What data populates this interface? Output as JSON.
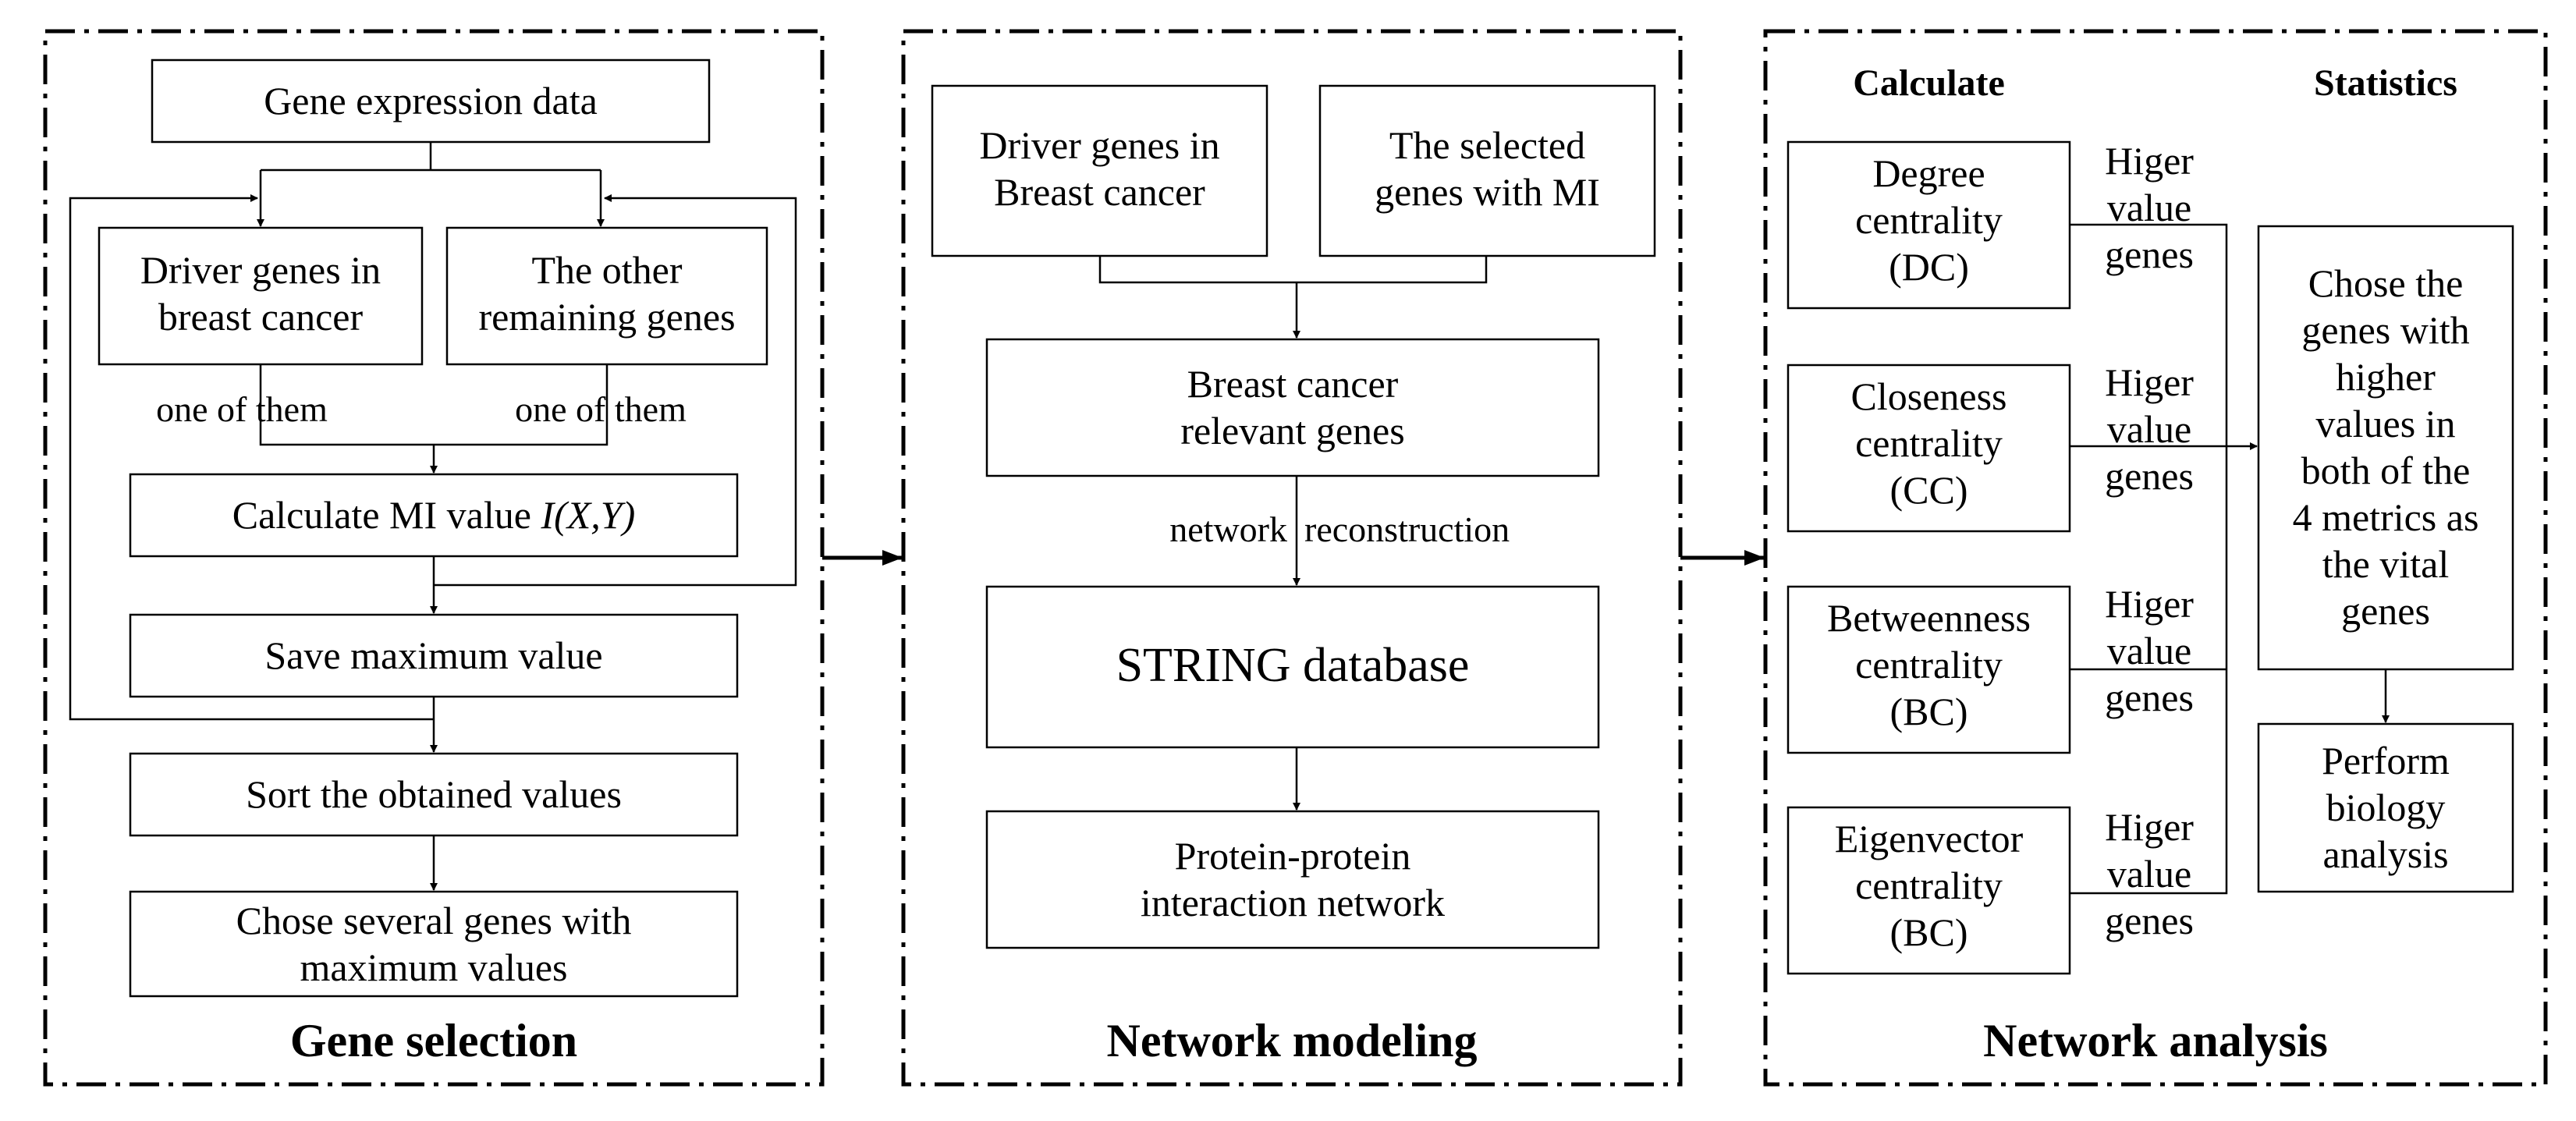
{
  "panels": {
    "gene_selection": {
      "title": "Gene selection",
      "gene_expression": "Gene expression data",
      "driver_genes": [
        "Driver genes in",
        "breast cancer"
      ],
      "other_genes": [
        "The other",
        "remaining genes"
      ],
      "one_of_them_left": "one of them",
      "one_of_them_right": "one of them",
      "calc_mi_prefix": "Calculate MI value ",
      "calc_mi_formula": "I(X,Y)",
      "save_max": "Save maximum value",
      "sort_values": "Sort the obtained values",
      "chose_several": [
        "Chose several genes with",
        "maximum values"
      ]
    },
    "network_modeling": {
      "title": "Network modeling",
      "driver_genes": [
        "Driver genes in",
        "Breast cancer"
      ],
      "selected_genes": [
        "The selected",
        "genes with MI"
      ],
      "relevant_genes": [
        "Breast cancer",
        "relevant genes"
      ],
      "network_label": "network",
      "reconstruction_label": "reconstruction",
      "string_db": "STRING database",
      "ppi_network": [
        "Protein-protein",
        "interaction network"
      ]
    },
    "network_analysis": {
      "title": "Network analysis",
      "calculate_head": "Calculate",
      "statistics_head": "Statistics",
      "metrics": [
        {
          "lines": [
            "Degree",
            "centrality",
            "(DC)"
          ],
          "note": [
            "Higer",
            "value",
            "genes"
          ]
        },
        {
          "lines": [
            "Closeness",
            "centrality",
            "(CC)"
          ],
          "note": [
            "Higer",
            "value",
            "genes"
          ]
        },
        {
          "lines": [
            "Betweenness",
            "centrality",
            "(BC)"
          ],
          "note": [
            "Higer",
            "value",
            "genes"
          ]
        },
        {
          "lines": [
            "Eigenvector",
            "centrality",
            "(BC)"
          ],
          "note": [
            "Higer",
            "value",
            "genes"
          ]
        }
      ],
      "chose_vital": [
        "Chose the",
        "genes with",
        "higher",
        "values in",
        "both of the",
        "4 metrics as",
        "the vital",
        "genes"
      ],
      "perform_biology": [
        "Perform",
        "biology",
        "analysis"
      ]
    }
  }
}
